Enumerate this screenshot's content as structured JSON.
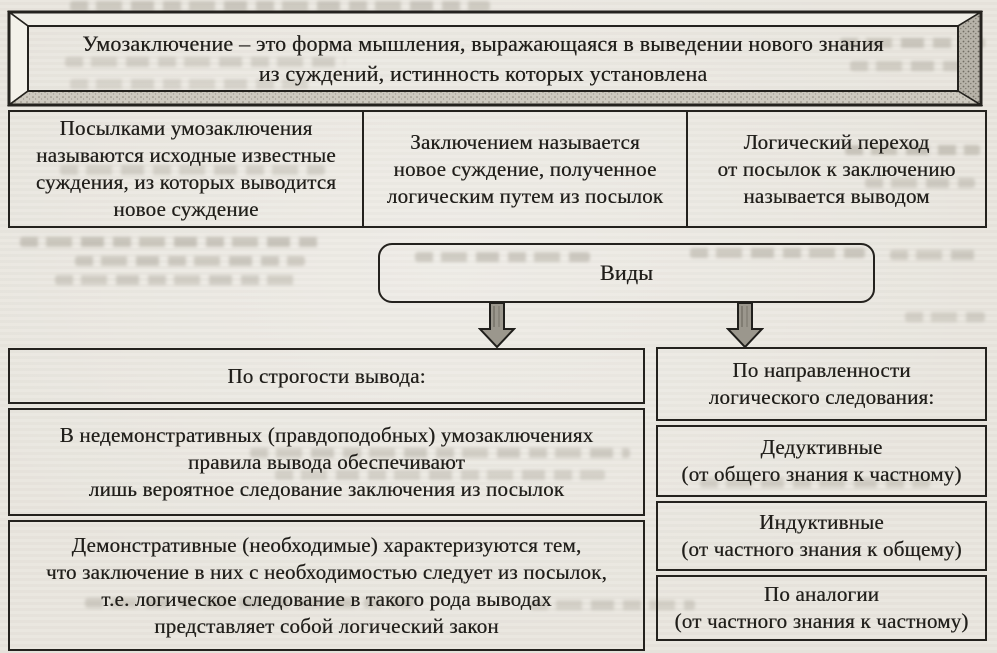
{
  "colors": {
    "paper": "#e9e6df",
    "ink": "#201e1a",
    "border": "#24221e",
    "arrow_fill": "#9b978d",
    "bevel_dark": "#b7b3a9",
    "bevel_light": "#f2f0e9"
  },
  "definition": {
    "lines": [
      "Умозаключение – это форма мышления, выражающаяся в выведении нового знания",
      "из суждений, истинность которых установлена"
    ]
  },
  "components": {
    "premises": {
      "lines": [
        "Посылками умозаключения",
        "называются исходные известные",
        "суждения, из которых выводится",
        "новое суждение"
      ]
    },
    "conclusion": {
      "lines": [
        "Заключением называется",
        "новое суждение, полученное",
        "логическим путем из посылок"
      ]
    },
    "transition": {
      "lines": [
        "Логический переход",
        "от посылок к заключению",
        "называется выводом"
      ]
    }
  },
  "kinds_label": "Виды",
  "by_strictness": {
    "header": "По строгости вывода:",
    "items": [
      {
        "lines": [
          "В недемонстративных (правдоподобных) умозаключениях",
          "правила вывода обеспечивают",
          "лишь вероятное следование заключения из посылок"
        ]
      },
      {
        "lines": [
          "Демонстративные (необходимые) характеризуются тем,",
          "что заключение в них с необходимостью следует из посылок,",
          "т.е. логическое следование в такого рода выводах",
          "представляет собой логический закон"
        ]
      }
    ]
  },
  "by_direction": {
    "header_lines": [
      "По направленности",
      "логического следования:"
    ],
    "items": [
      {
        "lines": [
          "Дедуктивные",
          "(от общего знания к частному)"
        ]
      },
      {
        "lines": [
          "Индуктивные",
          "(от частного знания к общему)"
        ]
      },
      {
        "lines": [
          "По аналогии",
          "(от частного знания к частному)"
        ]
      }
    ]
  }
}
